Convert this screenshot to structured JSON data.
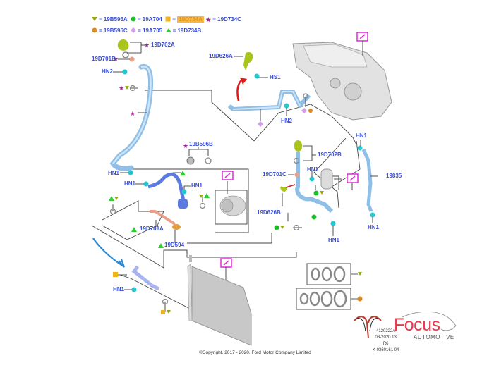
{
  "legend": {
    "row1": [
      {
        "symbol": "triangle-down-olive",
        "code": "19B596A",
        "color": "#9aa614"
      },
      {
        "symbol": "circle-green",
        "code": "19A704",
        "color": "#1fbf2a"
      },
      {
        "symbol": "square-yellow",
        "code": "19D734A",
        "color": "#f2b418",
        "highlighted": true
      },
      {
        "symbol": "star-purple",
        "code": "19D734C",
        "color": "#a02a9a"
      }
    ],
    "row2": [
      {
        "symbol": "circle-orange",
        "code": "19B596C",
        "color": "#d88a1c"
      },
      {
        "symbol": "diamond-lavender",
        "code": "19A705",
        "color": "#d59cf0"
      },
      {
        "symbol": "triangle-up-green",
        "code": "19D734B",
        "color": "#2ed12f"
      }
    ],
    "equals": "="
  },
  "labels": {
    "l19D702A": "19D702A",
    "l19D701B": "19D701B",
    "hn2_top_left": "HN2",
    "l19D626A": "19D626A",
    "hs1": "HS1",
    "hn2_mid": "HN2",
    "l19B596B": "19B596B",
    "hn1_left": "HN1",
    "hn1_comp_left": "HN1",
    "hn1_comp_right": "HN1",
    "l19D701A": "19D701A",
    "l19D594": "19D594",
    "l19D702B": "19D702B",
    "l19D701C": "19D701C",
    "hn1_center": "HN1",
    "l19D626B": "19D626B",
    "hn1_center_bottom": "HN1",
    "hn1_right_top": "HN1",
    "l19835": "19835",
    "hn1_right_bottom": "HN1",
    "hn1_lower_left": "HN1"
  },
  "colors": {
    "label_blue": "#3a4fd6",
    "pipe_blue": "#8fbfe6",
    "pipe_dark_blue": "#5b7be0",
    "clip_cyan": "#25c7cf",
    "callout_magenta": "#e02ad8",
    "arrow_red": "#e01818",
    "arrow_blue": "#2a8ad6",
    "seal_yellowgreen": "#aac41c",
    "connector_salmon": "#e8a08a"
  },
  "footer": {
    "copyright": "©Copyright, 2017 - 2020, Ford Motor Company Limited"
  },
  "stamp": {
    "line1": "4120222A",
    "line2": "03-2020 13",
    "line3": "R6",
    "line4": "K 0360161 04"
  },
  "brand": {
    "name": "Focus",
    "tagline": "AUTOMOTIVE"
  }
}
